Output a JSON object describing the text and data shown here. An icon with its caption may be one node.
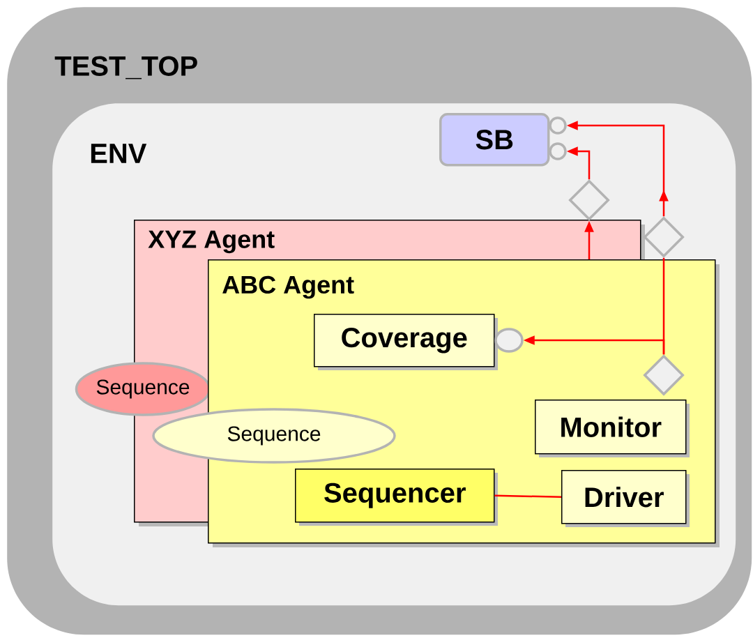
{
  "diagram": {
    "nodes": [
      {
        "text": [
          "TEST_TOP"
        ]
      },
      {
        "text": [
          "ENV"
        ],
        "in": 0
      },
      {
        "text": [
          "SB"
        ],
        "in": 1
      },
      {
        "text": [],
        "shape": "circle",
        "in": 1
      },
      {
        "text": [],
        "shape": "circle",
        "in": 1
      },
      {
        "text": [
          "XYZ Agent"
        ],
        "in": 1
      },
      {
        "text": [],
        "shape": "diamond",
        "in": 1
      },
      {
        "text": [
          "ABC Agent"
        ],
        "in": 1
      },
      {
        "text": [],
        "shape": "diamond",
        "in": 1
      },
      {
        "text": [
          "Coverage"
        ],
        "in": 7
      },
      {
        "text": [],
        "shape": "circle",
        "in": 7
      },
      {
        "text": [],
        "shape": "diamond",
        "in": 7
      },
      {
        "text": [
          "Monitor"
        ],
        "in": 7
      },
      {
        "text": [
          "Sequencer"
        ],
        "in": 7
      },
      {
        "text": [
          "Driver"
        ],
        "in": 7
      },
      {
        "text": [
          "Sequence"
        ],
        "in": 1
      },
      {
        "text": [
          "Sequence"
        ],
        "in": 5
      }
    ],
    "edges": [
      {
        "from": 7,
        "to": 6,
        "arrow": "to"
      },
      {
        "from": 6,
        "to": 4,
        "arrow": "to"
      },
      {
        "from": 11,
        "to": 8,
        "arrow": "none"
      },
      {
        "from": 11,
        "to": 10,
        "arrow": "to"
      },
      {
        "from": 8,
        "to": 3,
        "arrow": "to"
      },
      {
        "from": 13,
        "to": 14,
        "arrow": "none"
      }
    ]
  }
}
